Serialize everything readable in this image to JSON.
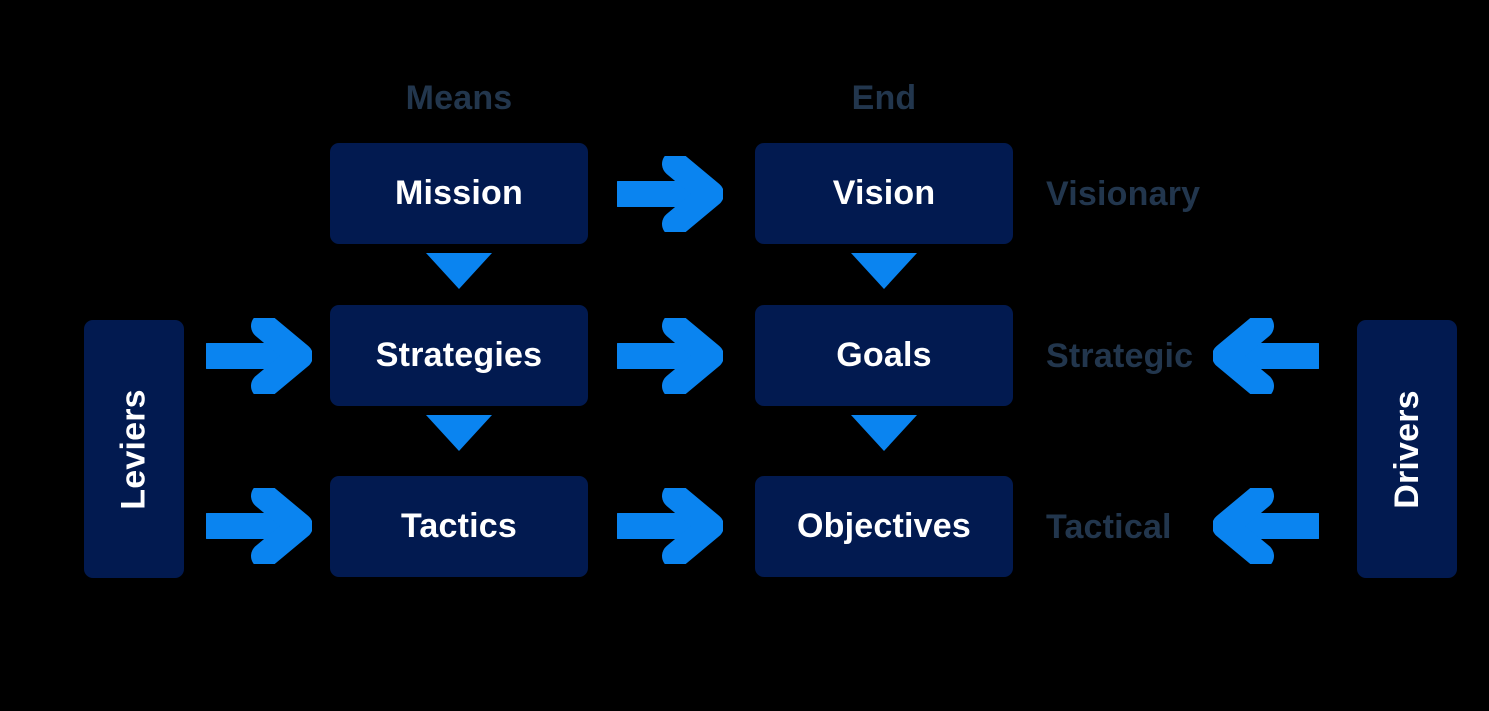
{
  "diagram": {
    "title": "Means-End strategy alignment framework",
    "background_color": "#000000",
    "box_color": "#021a50",
    "arrow_color": "#0a84f0",
    "label_color": "#22364d",
    "box_text_color": "#ffffff"
  },
  "headers": {
    "means": "Means",
    "end": "End"
  },
  "nodes": {
    "mission": "Mission",
    "strategies": "Strategies",
    "tactics": "Tactics",
    "vision": "Vision",
    "goals": "Goals",
    "objectives": "Objectives"
  },
  "side_boxes": {
    "left": "Leviers",
    "right": "Drivers"
  },
  "tiers": {
    "visionary": "Visionary",
    "strategic": "Strategic",
    "tactical": "Tactical"
  },
  "connections": [
    {
      "name": "mission-to-vision",
      "from": "Mission",
      "to": "Vision",
      "direction": "right"
    },
    {
      "name": "strategies-to-goals",
      "from": "Strategies",
      "to": "Goals",
      "direction": "right"
    },
    {
      "name": "tactics-to-objectives",
      "from": "Tactics",
      "to": "Objectives",
      "direction": "right"
    },
    {
      "name": "leviers-to-strategies",
      "from": "Leviers",
      "to": "Strategies",
      "direction": "right"
    },
    {
      "name": "leviers-to-tactics",
      "from": "Leviers",
      "to": "Tactics",
      "direction": "right"
    },
    {
      "name": "drivers-to-strategic",
      "from": "Drivers",
      "to": "Strategic",
      "direction": "left"
    },
    {
      "name": "drivers-to-tactical",
      "from": "Drivers",
      "to": "Tactical",
      "direction": "left"
    },
    {
      "name": "mission-to-strategies",
      "from": "Mission",
      "to": "Strategies",
      "direction": "down"
    },
    {
      "name": "strategies-to-tactics",
      "from": "Strategies",
      "to": "Tactics",
      "direction": "down"
    },
    {
      "name": "vision-to-goals",
      "from": "Vision",
      "to": "Goals",
      "direction": "down"
    },
    {
      "name": "goals-to-objectives",
      "from": "Goals",
      "to": "Objectives",
      "direction": "down"
    }
  ]
}
